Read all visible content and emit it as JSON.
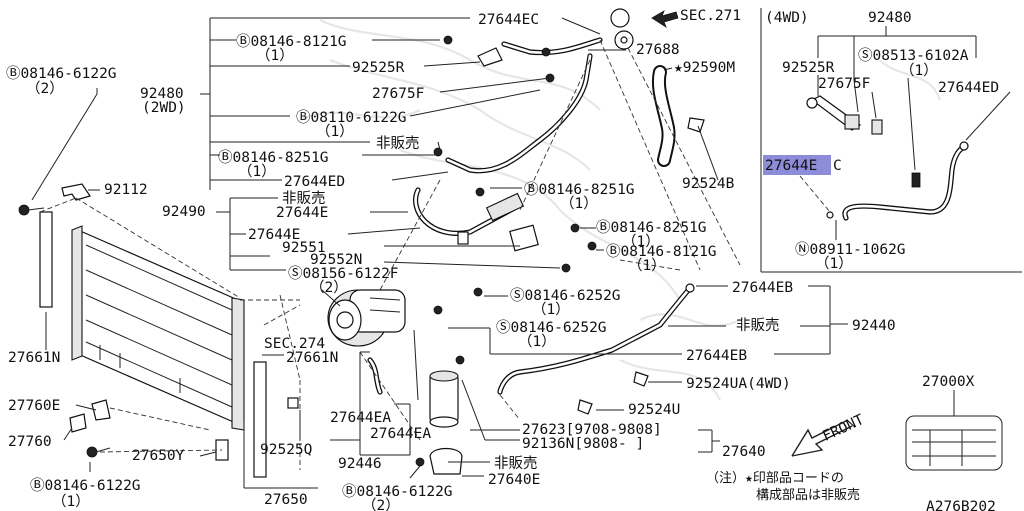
{
  "labels": {
    "p1": "Ⓑ08146-6122G",
    "p1q": "（2）",
    "p2": "92112",
    "p3": "92480",
    "p4": "(2WD)",
    "p5": "Ⓑ08146-8121G",
    "p5q": "（1）",
    "p6": "92525R",
    "p7": "27675F",
    "p8": "Ⓑ08110-6122G",
    "p8q": "（1）",
    "p9": "非販売",
    "p10": "Ⓑ08146-8251G",
    "p10q": "（1）",
    "p11": "27644ED",
    "p12": "27644EC",
    "p13": "SEC.271",
    "p14": "27688",
    "p15": "★92590M",
    "p16": "92524B",
    "p17": "Ⓑ08146-8251G",
    "p17q": "（1）",
    "p18": "92490",
    "p19": "非販売",
    "p20": "27644E",
    "p21": "27644E",
    "p22": "Ⓑ08146-8251G",
    "p22q": "（1）",
    "p23": "92551",
    "p24": "Ⓑ08146-8121G",
    "p24q": "（1）",
    "p25": "92552N",
    "p26": "Ⓢ08156-6122F",
    "p26q": "（2）",
    "p27": "27644EB",
    "p28": "Ⓢ08146-6252G",
    "p28q": "（1）",
    "p29": "Ⓢ08146-6252G",
    "p29q": "（1）",
    "p30": "非販売",
    "p31": "92440",
    "p32": "SEC.274",
    "p33": "27661N",
    "p34": "27644EB",
    "p35": "27661N",
    "p36": "92524UA(4WD)",
    "p37": "27760E",
    "p38": "27760",
    "p39": "27644EA",
    "p40": "27644EA",
    "p41": "92524U",
    "p42": "27623[9708-9808]",
    "p43": "92136N[9808-    ]",
    "p44": "27640",
    "p45": "27650Y",
    "p46": "92525Q",
    "p47": "92446",
    "p48": "非販売",
    "p49": "27640E",
    "p50": "Ⓑ08146-6122G",
    "p50q": "（1）",
    "p51": "27650",
    "p52": "Ⓑ08146-6122G",
    "p52q": "（2）"
  },
  "inset": {
    "title": "(4WD)",
    "p3": "92480",
    "p6": "92525R",
    "s": "Ⓢ08513-6102A",
    "sq": "（1）",
    "p7": "27675F",
    "p11": "27644ED",
    "p12_highlight": "27644E",
    "p12_rest": "C",
    "n": "Ⓝ08911-1062G",
    "nq": "（1）"
  },
  "legend_box": {
    "label": "27000X"
  },
  "front_label": "FRONT",
  "note": {
    "line1": "（注）★印部品コードの",
    "line2": "構成部品は非販売"
  },
  "diagram_code": "A276B202"
}
